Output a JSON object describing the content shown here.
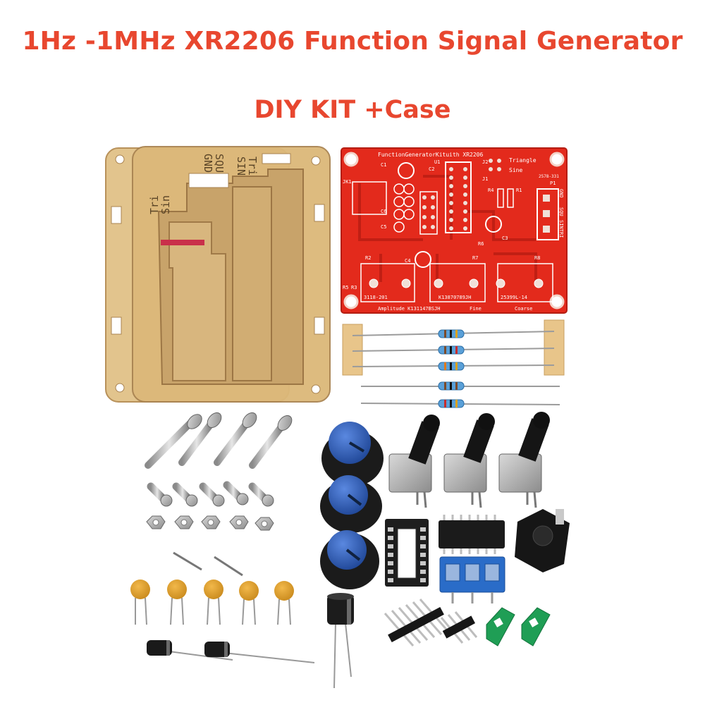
{
  "headline": {
    "line1": "1Hz -1MHz XR2206 Function Signal Generator",
    "line2": "DIY KIT +Case"
  },
  "case_labels": {
    "gnd": "GND",
    "squ": "SQU",
    "sin": "SIN",
    "tri": "Tri",
    "tri2": "Tri",
    "sin2": "Sin"
  },
  "pcb": {
    "title": "FunctionGeneratorKituith XR2206",
    "triangle": "Triangle",
    "sine": "Sine",
    "j1": "J1",
    "j2": "J2",
    "u1": "U1",
    "c1": "C1",
    "c2": "C2",
    "c3": "C3",
    "c4": "C4",
    "c5": "C5",
    "c6": "C6",
    "jk1": "JK1",
    "r1": "R1",
    "r2": "R2",
    "r3": "R3",
    "r4": "R4",
    "r5": "R5",
    "r6": "R6",
    "r7": "R7",
    "r8": "R8",
    "p1": "P1",
    "code1": "2578-331",
    "pot1": "3118-201",
    "pot2": "K13870789JH",
    "pot3": "25399L-14",
    "amplitude": "Amplitude K131147BSJH",
    "fine": "Fine",
    "coarse": "Coarse",
    "gnd": "GND",
    "squ": "SQU",
    "sin": "SINTRI"
  },
  "colors": {
    "headline": "#e8472f",
    "pcb": "#e32a1c",
    "acrylic": "#d9b57a",
    "knob": "#2f5fb8",
    "terminal": "#2a6cc8",
    "jumper": "#1f9e55"
  }
}
